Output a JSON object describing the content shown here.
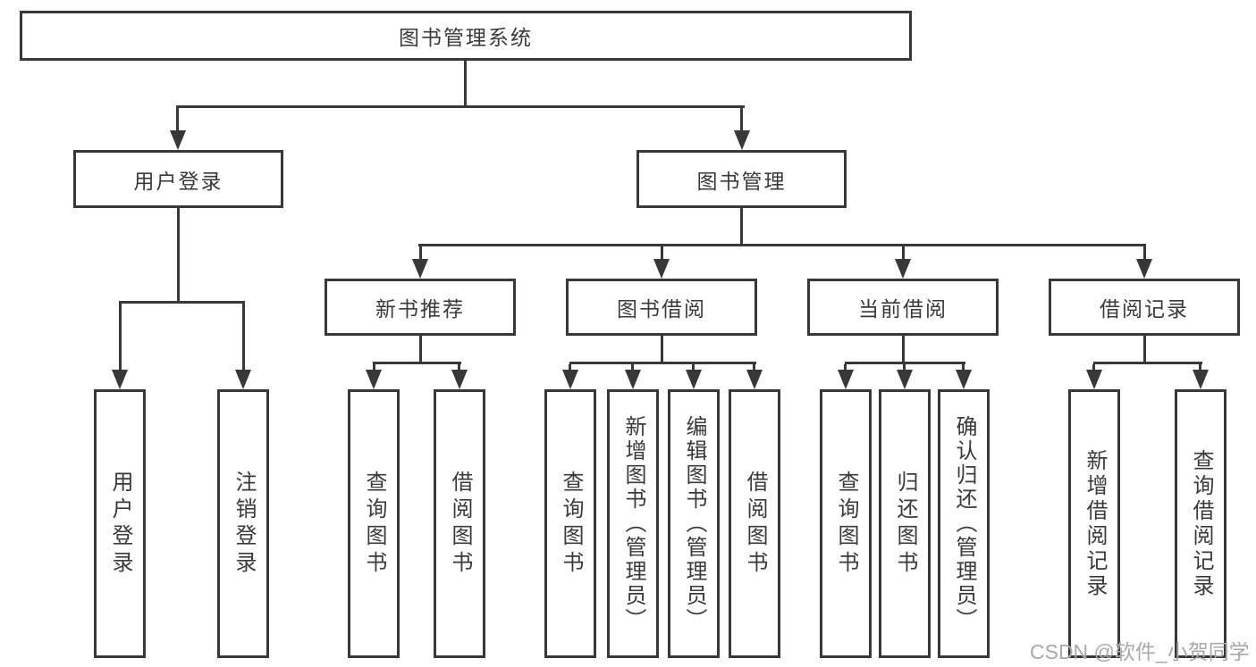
{
  "tree": {
    "root": {
      "label": "图书管理系统"
    },
    "children": [
      {
        "label": "用户登录",
        "children": [
          {
            "label": "用户登录"
          },
          {
            "label": "注销登录"
          }
        ]
      },
      {
        "label": "图书管理",
        "children": [
          {
            "label": "新书推荐",
            "children": [
              {
                "label": "查询图书"
              },
              {
                "label": "借阅图书"
              }
            ]
          },
          {
            "label": "图书借阅",
            "children": [
              {
                "label": "查询图书"
              },
              {
                "label": "新增图书（管理员）"
              },
              {
                "label": "编辑图书（管理员）"
              },
              {
                "label": "借阅图书"
              }
            ]
          },
          {
            "label": "当前借阅",
            "children": [
              {
                "label": "查询图书"
              },
              {
                "label": "归还图书"
              },
              {
                "label": "确认归还（管理员）"
              }
            ]
          },
          {
            "label": "借阅记录",
            "children": [
              {
                "label": "新增借阅记录"
              },
              {
                "label": "查询借阅记录"
              }
            ]
          }
        ]
      }
    ]
  },
  "watermark": {
    "text": "CSDN @软件_小贺同学"
  },
  "colors": {
    "line": "#383838",
    "text": "#3a3a3a",
    "watermark": "#a9a9a9",
    "background": "#ffffff"
  }
}
